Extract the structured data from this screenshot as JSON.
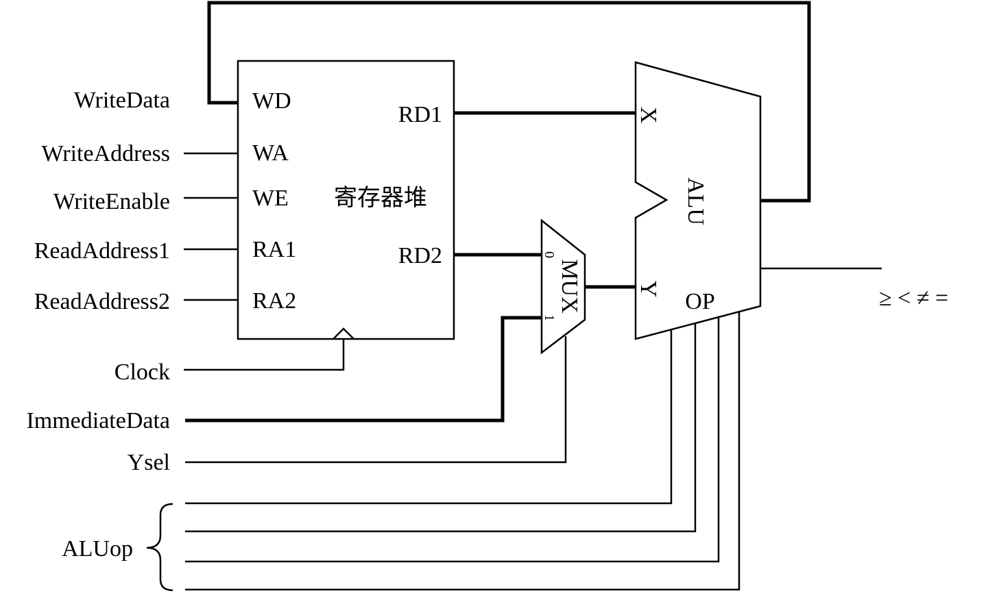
{
  "inputs": {
    "write_data": "WriteData",
    "write_address": "WriteAddress",
    "write_enable": "WriteEnable",
    "read_address1": "ReadAddress1",
    "read_address2": "ReadAddress2",
    "clock": "Clock",
    "immediate_data": "ImmediateData",
    "ysel": "Ysel",
    "aluop": "ALUop"
  },
  "register_file": {
    "title": "寄存器堆",
    "ports": {
      "wd": "WD",
      "wa": "WA",
      "we": "WE",
      "ra1": "RA1",
      "ra2": "RA2",
      "rd1": "RD1",
      "rd2": "RD2"
    }
  },
  "mux": {
    "label": "MUX",
    "in0": "0",
    "in1": "1"
  },
  "alu": {
    "label": "ALU",
    "x": "X",
    "y": "Y",
    "op": "OP"
  },
  "outputs": {
    "flags": "≥ < ≠ ="
  }
}
